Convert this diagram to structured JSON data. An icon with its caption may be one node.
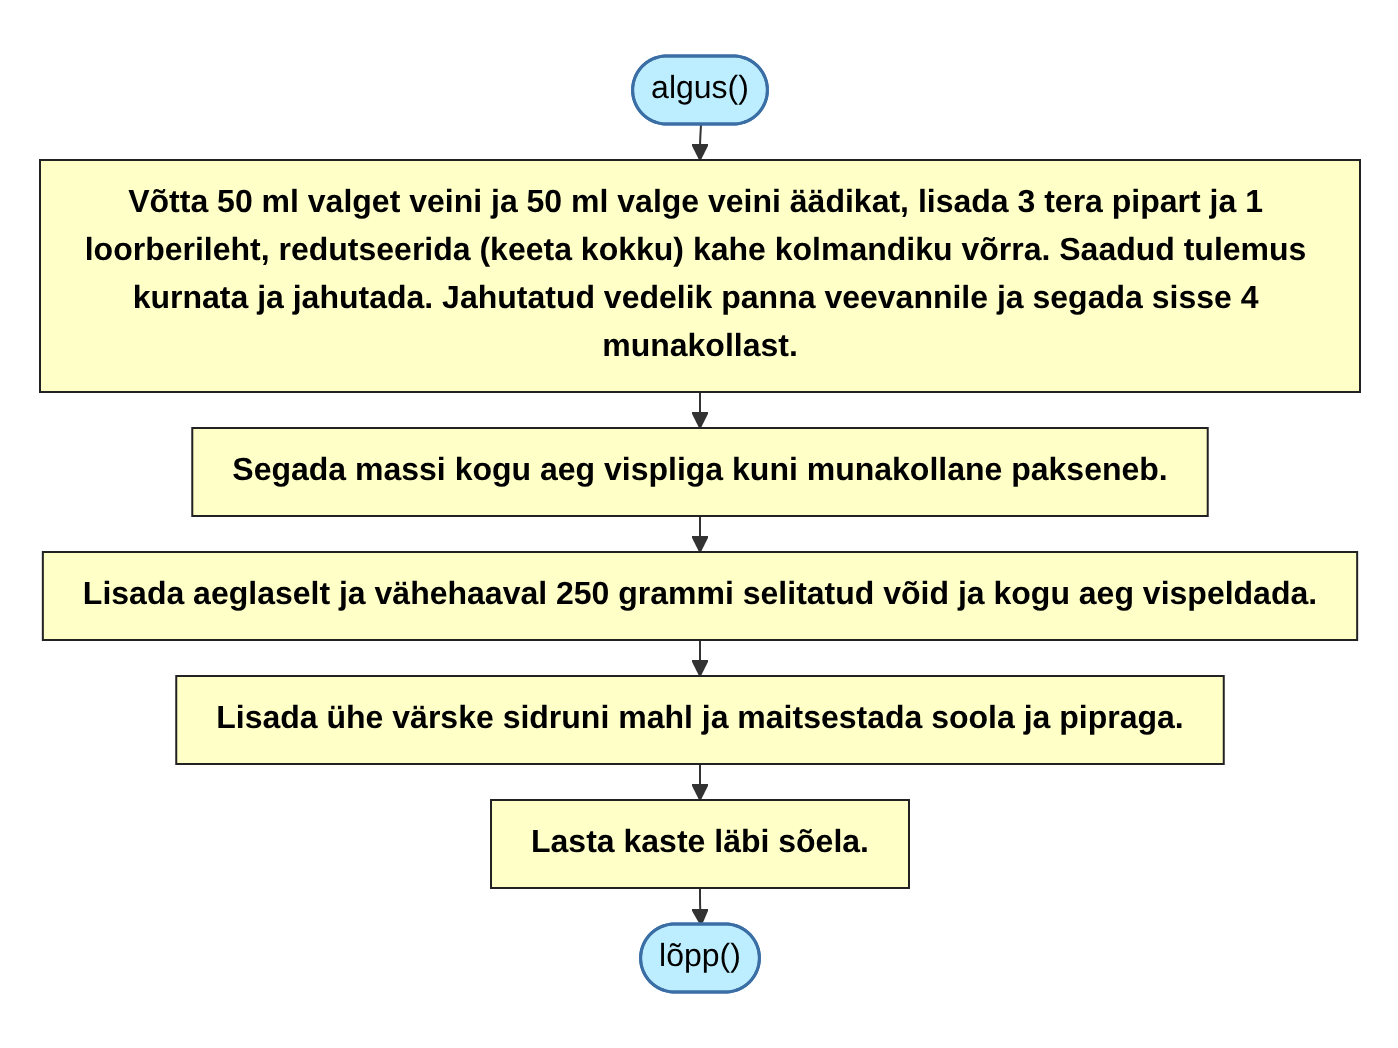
{
  "diagram": {
    "nodes": [
      {
        "text": [
          "algus()"
        ]
      },
      {
        "text": [
          "Võtta 50 ml valget veini ja 50 ml valge veini äädikat, lisada 3 tera pipart ja 1 loorberileht, redutseerida (keeta kokku) kahe kolmandiku võrra. Saadud tulemus kurnata ja jahutada. Jahutatud vedelik panna veevannile ja segada sisse 4 munakollast."
        ]
      },
      {
        "text": [
          "Segada massi kogu aeg vispliga kuni munakollane pakseneb."
        ]
      },
      {
        "text": [
          "Lisada aeglaselt ja vähehaaval 250 grammi selitatud võid ja kogu aeg vispeldada."
        ]
      },
      {
        "text": [
          "Lisada ühe värske sidruni mahl ja maitsestada soola ja pipraga."
        ]
      },
      {
        "text": [
          "Lasta kaste läbi sõela."
        ]
      },
      {
        "text": [
          "lõpp()"
        ]
      }
    ],
    "edges": [
      {
        "from": 0,
        "to": 1,
        "arrow": "to"
      },
      {
        "from": 1,
        "to": 2,
        "arrow": "to"
      },
      {
        "from": 2,
        "to": 3,
        "arrow": "to"
      },
      {
        "from": 3,
        "to": 4,
        "arrow": "to"
      },
      {
        "from": 4,
        "to": 5,
        "arrow": "to"
      },
      {
        "from": 5,
        "to": 6,
        "arrow": "to"
      }
    ]
  }
}
